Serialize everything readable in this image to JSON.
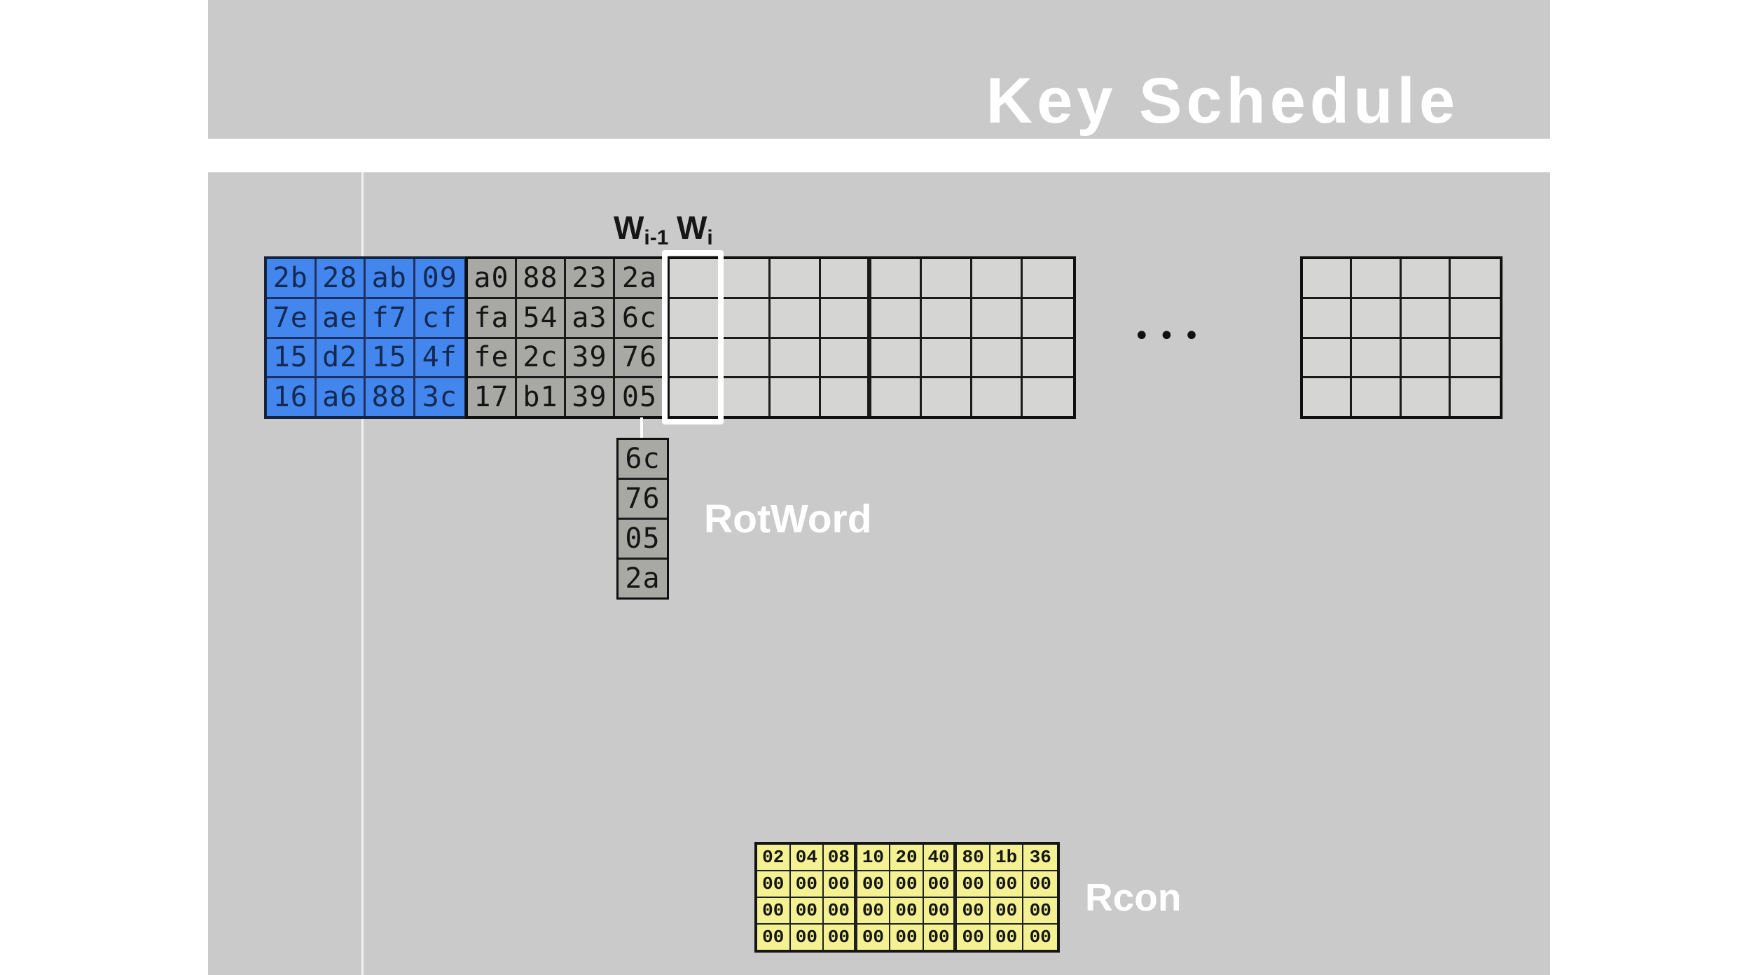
{
  "slide": {
    "title": "Key Schedule"
  },
  "labels": {
    "w_prev": {
      "base": "W",
      "sub": "i-1"
    },
    "w_curr": {
      "base": "W",
      "sub": "i"
    },
    "rotword": "RotWord",
    "rcon": "Rcon"
  },
  "icons": {
    "ellipsis": "•••"
  },
  "key_state_grid": {
    "rows": [
      [
        "2b",
        "28",
        "ab",
        "09"
      ],
      [
        "7e",
        "ae",
        "f7",
        "cf"
      ],
      [
        "15",
        "d2",
        "15",
        "4f"
      ],
      [
        "16",
        "a6",
        "88",
        "3c"
      ]
    ]
  },
  "w_prev_grid": {
    "rows": [
      [
        "a0",
        "88",
        "23",
        "2a"
      ],
      [
        "fa",
        "54",
        "a3",
        "6c"
      ],
      [
        "fe",
        "2c",
        "39",
        "76"
      ],
      [
        "17",
        "b1",
        "39",
        "05"
      ]
    ]
  },
  "rotword_column": {
    "rows": [
      [
        "6c"
      ],
      [
        "76"
      ],
      [
        "05"
      ],
      [
        "2a"
      ]
    ]
  },
  "rcon_grid": {
    "rows": [
      [
        "02",
        "04",
        "08",
        "10",
        "20",
        "40",
        "80",
        "1b",
        "36"
      ],
      [
        "00",
        "00",
        "00",
        "00",
        "00",
        "00",
        "00",
        "00",
        "00"
      ],
      [
        "00",
        "00",
        "00",
        "00",
        "00",
        "00",
        "00",
        "00",
        "00"
      ],
      [
        "00",
        "00",
        "00",
        "00",
        "00",
        "00",
        "00",
        "00",
        "00"
      ]
    ]
  },
  "colors": {
    "slide_background": "#cacaca",
    "page_background": "#ffffff",
    "key_cell_blue": "#4386ee",
    "w_prev_cell_gray": "#a8a8a4",
    "empty_cell_gray": "#d5d5d3",
    "rcon_cell_yellow": "#f4f192",
    "title_text": "#ffffff",
    "cell_text": "#151515"
  }
}
